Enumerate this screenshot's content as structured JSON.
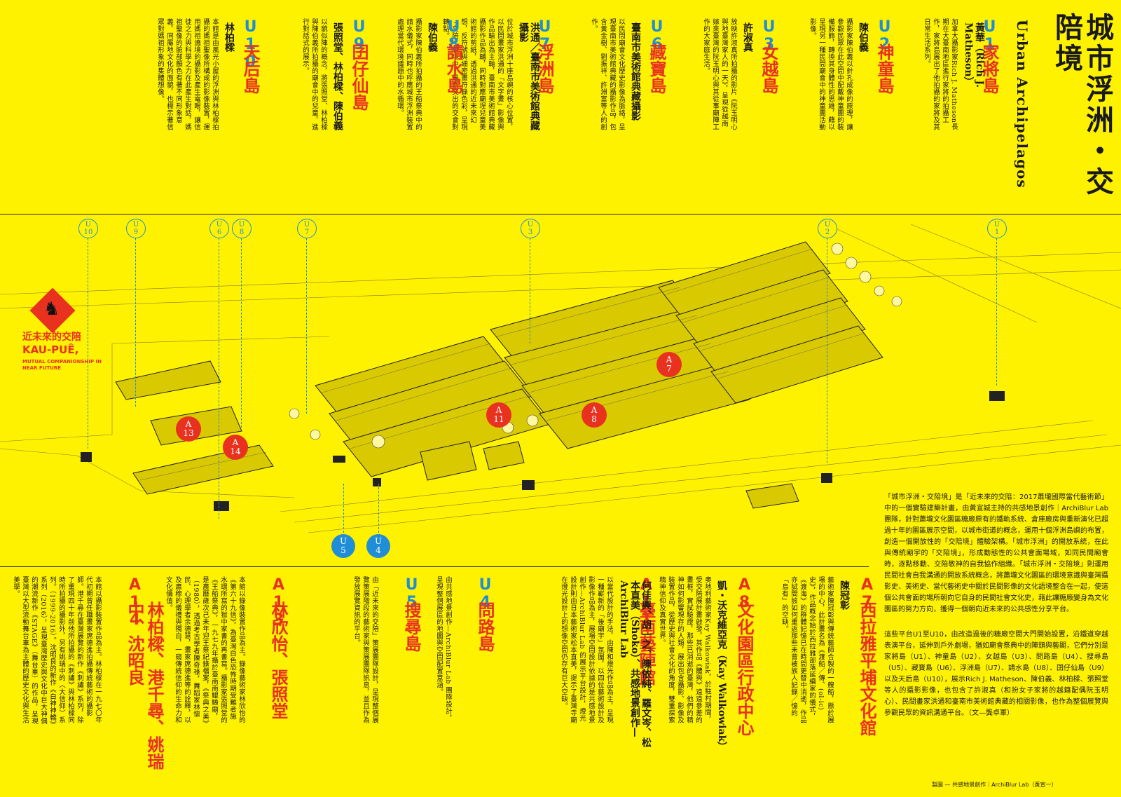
{
  "title": {
    "main": "城市浮洲・交陪境",
    "en": "Urban Archipelagos"
  },
  "logo": {
    "cn": "近未來的交陪",
    "en": "KAU-PUÊ,",
    "sub": "MUTUAL COMPANIONSHIP IN NEAR FUTURE"
  },
  "upper_zones": [
    {
      "code": "U1",
      "title": "家將島",
      "artist": "黃華（Rich J. Matheson）",
      "desc": "加拿大攝影家Rich J. Matheson長期在大臺南地區進行家將的拍攝工作，家將島展出了他拍攝的家將及其日常生活系列。"
    },
    {
      "code": "U2",
      "title": "神童島",
      "artist": "陳伯義",
      "desc": "攝影家陳伯義以針孔成像的原理，讓參觀民眾在此空間中配戴神童團的裝備服飾，轉換其身體性的思維，藉以呈現另一種民間廟會中的神童團活動影像。"
    },
    {
      "code": "U3",
      "title": "女越島",
      "artist": "許淑真",
      "desc": "放映許淑真所拍攝的影片《阮玉明心與地臺灣家人的一天》，呈現從越南嫁來臺灣的阮玉明心與其從事廟陣工作的大家庭生活。"
    },
    {
      "code": "U6",
      "title": "藏寶島",
      "artist": "臺南市美術館典藏攝影",
      "desc": "以民間廟會文化歷史影像為脈絡，呈現臺南市美術館典藏的攝影作品，包含黃金樹、劉振祥、許淵富等人的創作。"
    },
    {
      "code": "U7",
      "title": "浮洲島",
      "artist": "洪通／臺南市美術館典藏攝影",
      "desc": "位於城市浮洲十座島嶼的核心位置，以民間畫家洪通的「文字畫」影像與作品輸出為主軸，臺南市美術館典藏攝影作品為輔，同時對應廟埕兒童美術館的剪紙，透過洪通的近未來幻想，反符號與細密畫符錄色彩，呈現「交陪」聯境中，最為突出的交會對轉點。"
    },
    {
      "code": "U8",
      "title": "請水島",
      "artist": "陳伯義",
      "desc": "攝影家陳伯義所拍攝的王船祭典中的請水儀式，同時也呼應城市浮洲裝置處理當代環境議題中的水循環。"
    },
    {
      "code": "U9",
      "title": "囝仔仙島",
      "artist": "張照堂、林柏樑、陳伯義",
      "desc": "以貌似陣的概念，將張照堂、林柏樑與陳伯義所拍攝的廟會中的兒童，進行對話式的展示。"
    },
    {
      "code": "U10",
      "title": "天后島",
      "artist": "林柏樑",
      "desc": "本館是由風光小屋的浮洲與林柏樑拍攝的媽祖聖像所構成的影像裝置，運用媽祖遶境的攝影及產生電眼，讓信徒之力與科學之力在此產生對話，媽祖聖像的臉部顏色有著不同形象意義，同屬地文化的面貌，也標示著信眾對媽祖形象的集體想像。"
    }
  ],
  "lower_zones": [
    {
      "code": "A7",
      "title": "西拉雅平埔文化館",
      "artist": "陳冠彰",
      "desc": "藝術家陳冠彰與傳統藝師合製的一艘船，懸於展場的中心，此計畫名為《渡船／傳、(ol-ic)史》，作品概念始於西拉雅部落延續家的儀式，《渡海》的群體記憶已在時間更替中消逝，作品亦試問該如何重返那些未曾被族人記錄／憶的「島有」的空缺。"
    },
    {
      "code": "A8",
      "title": "文化園區行政中心",
      "artist": "凱・沃克維亞克（Kay Walkowiak）",
      "desc": "奧地利藝術家Kay Walkowiak，於駐村期間，受交陪展計畫啟發，其作品《體與》遠遠參差的畫框，實試驗證，那些已消逝的臺灣，他們的精神如何影響現存的人類，展出包含攝影、影像及裝置作品，從歷史與社會文化的角度，雙重探索精神信仰及真實世界。"
    },
    {
      "code": "A11",
      "title": "臺南藝陣館",
      "artist": "何佳興、胡一之、陳依純、羅文岑、松本直美（Shoko）、共感地景創作—ArchiBlur Lab",
      "desc": "以當代設計的手法，由陳和燈光作品為主，呈現一種嶄新的「後廟宇」氛圍，以四位藝術設計及影像作品為主，展場空間設計依據的是共感地景創作—ArchiBlur Lab 的展示平台設計，燈光設計則由日本藝術家松本直美，提示了臺灣寺廟在燈光設計上的想像空間仍存有巨大空缺。"
    },
    {
      "code": "U4",
      "title": "問路島",
      "artist": "",
      "desc": "由共感地景創作—ArchiBlur Lab 團隊設計，呈現整個展區的地圖與空間配置意涵。"
    },
    {
      "code": "U5",
      "title": "搜尋島",
      "artist": "",
      "desc": "由「近未來的交陪」策展團隊設計，呈現整個展覽策展階段的藝術家與策展團隊訊息，並且作為發放展覽資訊的平台。"
    },
    {
      "code": "A13",
      "title": "林欣怡、張照堂",
      "artist": "",
      "desc": "本館以錄像裝置作品為主。錄像藝術家林欣怡的《第六十九信》，為臺灣白色恐怖時期受難者施水環所寫的獄中家書的再書寫。攝影家張照堂的《王船祭典》，一九七九年攝於臺南南鯤鯓廟，是農曆歲次己未年迎王祭紀錄檔案，《祭典之美》（1980），透過考古學者陳奇祿，舞蹈家林懷民、心理學者余德慧，畫家席德進等的詮釋，以及肅穆的儀禮與獨白，一窺傳統信仰的生命力和文化價值。"
    },
    {
      "code": "A14",
      "title": "林柏樑、港千尋、姚瑞中、沈昭良",
      "artist": "",
      "desc": "本館以攝影裝置作品為主。林柏樑在一九七〇年代初期曾任職畫家席德進拍攝傳統藝術的攝影師。港千尋在臺灣展覽的新作《刺繡》系列，除了重現四十年前他所拍攝的《刺繡》與林柏樑同時所拍攝的攝影外，另有姚瑞中的〈大信仰〉系列。（1999-2016）。沈昭良的新作《白神神轎》系列（2016），呈現臺灣歷史與文化中巨大神偶的潮流新作《STAGE》（舞台車）的作品，呈現臺灣以大型流動舞台車為主體的歷史文化與生活美學。"
    }
  ],
  "map": {
    "pins_top": [
      "U10",
      "U9",
      "U6",
      "U8",
      "U7",
      "U3",
      "U2",
      "U1"
    ],
    "pins_bottom": [
      "U5",
      "U4"
    ],
    "badges": [
      "A7",
      "A11",
      "A8",
      "A13",
      "A14"
    ]
  },
  "paragraphs": [
    "「城市浮洲・交陪境」是「近未來的交陪：2017蕭壠國際當代藝術節」中的一個實驗建築計畫，由黃宣誠主持的共感地景創作｜ArchiBlur Lab團隊，針對蕭壠文化園區糖廠原有的鐵軌系統、倉庫廠房與重新演化已超過十年的園區展示空間，以城市街道的概念，運用十個浮洲島嶼的布置，創造一個開放性的「交陪境」體驗架構。「城市浮洲」的開放系統，在此與傳統廟宇的「交陪境」，形成動態性的公共會面場域，如同民間廟會時，逐點移動、交陪敬神的自我協作組織。「城市浮洲・交陪境」則運用民間社會自我溝通的開放系統概念，將蕭壠文化園區的環境意識與臺灣攝影史、美術史、當代藝術史中關於民間影像的文化語境整合在一起，使這個公共會面的場所朝向它自身的民間社會文化史，藉此讓糖廠變身為文化園區的努力方向，獲得一個朝向近未來的公共感性分享平台。",
    "這些平台U1至U10，由改造過後的糖廠空間大門開始設置，沿鐵道穿越表演平台，延伸到戶外劇場，猶如廟會祭典中的陣頭與藝閣，它們分別是家將島（U1）、神童島（U2）、女越島（U3）、問路島（U4）、搜尋島（U5）、藏寶島（U6）、浮洲島（U7）、請水島（U8）、囝仔仙島（U9）以及天后島（U10），展示Rich J. Matheson、陳伯義、林柏樑、張照堂等人的攝影影像，也包含了許淑真（和扮女子家將的越籍配偶阮玉明心）、民間畫家洪通和臺南市美術館典藏的相關影像，也作為整個展覽與參觀民眾的資訊溝通平台。（文—龔卓軍）"
  ],
  "note": "（文—龔卓軍）",
  "credit": "製圖 — 共感地景創作｜ArchiBlur Lab（黃宣一）",
  "colors": {
    "bg": "#FFF200",
    "red": "#e8311f",
    "blue": "#1f8ed6"
  }
}
